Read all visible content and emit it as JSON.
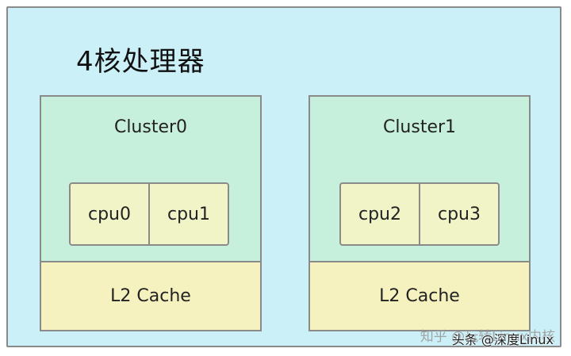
{
  "title": "4核处理器",
  "clusters": [
    {
      "label": "Cluster0",
      "cpus": [
        "cpu0",
        "cpu1"
      ],
      "cache": "L2 Cache"
    },
    {
      "label": "Cluster1",
      "cpus": [
        "cpu2",
        "cpu3"
      ],
      "cache": "L2 Cache"
    }
  ],
  "watermarks": {
    "zhihu": "知乎 @玩转Linux内核",
    "toutiao": "头条 @深度Linux"
  }
}
